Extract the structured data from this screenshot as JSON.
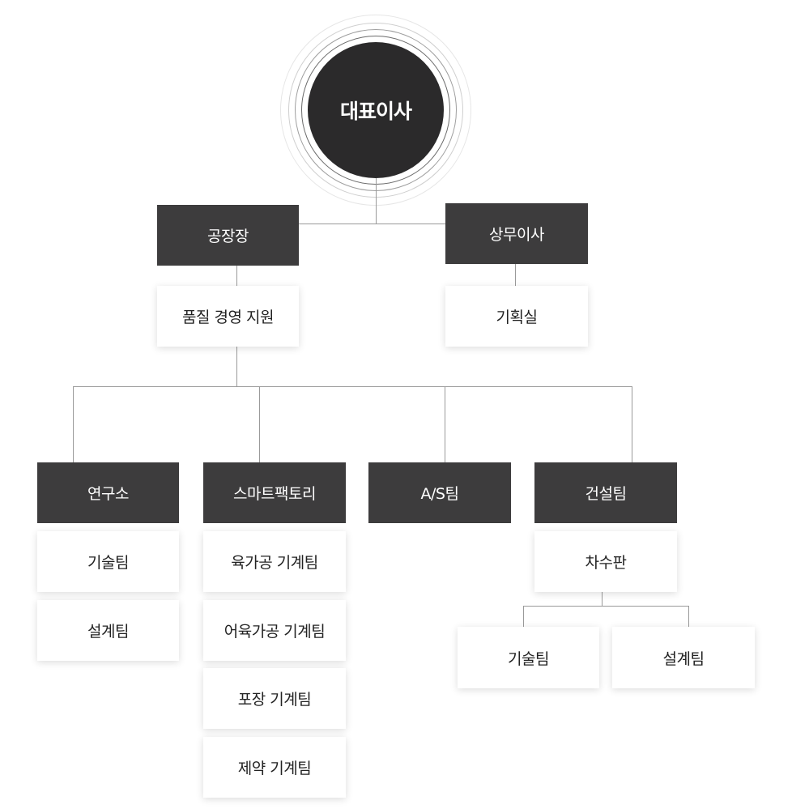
{
  "ceo": "대표이사",
  "level1": {
    "factory_head": "공장장",
    "managing_director": "상무이사"
  },
  "level2": {
    "quality": "품질 경영 지원",
    "planning": "기획실"
  },
  "departments": {
    "research": "연구소",
    "smart_factory": "스마트팩토리",
    "as": "A/S팀",
    "construction": "건설팀"
  },
  "research_teams": [
    "기술팀",
    "설계팀"
  ],
  "smart_factory_teams": [
    "육가공 기계팀",
    "어육가공 기계팀",
    "포장 기계팀",
    "제약 기계팀"
  ],
  "construction": {
    "sub": "차수판",
    "teams": [
      "기술팀",
      "설계팀"
    ]
  },
  "colors": {
    "dark_box": "#3d3c3d",
    "ceo_circle": "#2b2a2b",
    "connector": "#9a9a9a"
  }
}
